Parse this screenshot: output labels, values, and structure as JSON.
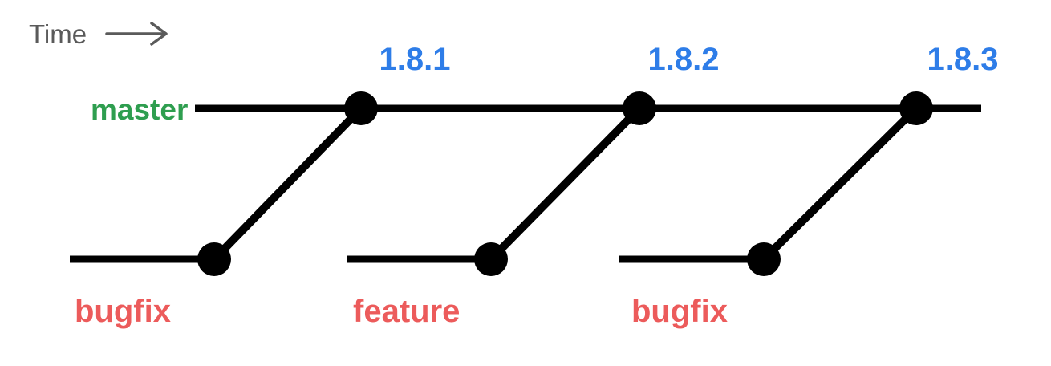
{
  "colors": {
    "blue": "#2E7DE8",
    "green": "#2E9E4F",
    "red": "#EC5B5B",
    "black": "#000000",
    "gray": "#5A5A5A",
    "background": "#FFFFFF"
  },
  "time_axis": {
    "label": "Time"
  },
  "master": {
    "label": "master",
    "tags": [
      "1.8.1",
      "1.8.2",
      "1.8.3"
    ]
  },
  "branches": [
    {
      "label": "bugfix",
      "merges_into": "1.8.1"
    },
    {
      "label": "feature",
      "merges_into": "1.8.2"
    },
    {
      "label": "bugfix",
      "merges_into": "1.8.3"
    }
  ]
}
